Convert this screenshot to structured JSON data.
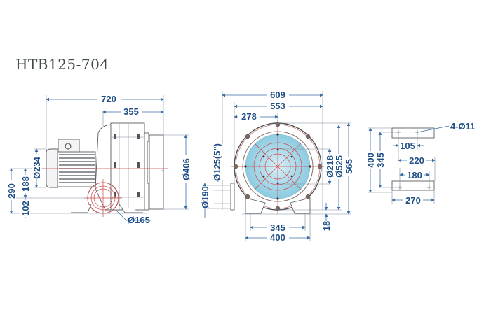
{
  "title": "HTB125-704",
  "side_view": {
    "dims": {
      "overall_length": "720",
      "housing_length": "355",
      "motor_dia": "Ø234",
      "inlet_dia": "Ø406",
      "outlet_dia": "Ø165",
      "height_total": "290",
      "height_upper": "188",
      "height_lower": "102"
    }
  },
  "front_view": {
    "dims": {
      "width_total": "609",
      "width_inner": "553",
      "half_width": "278",
      "inlet_pipe": "Ø125(5\")",
      "flange_dia": "Ø190",
      "inner_dia": "Ø218",
      "outer_dia": "Ø525",
      "height_total": "565",
      "foot_height": "18",
      "base_inner": "345",
      "base_outer": "400"
    }
  },
  "base_view": {
    "dims": {
      "holes": "4-Ø11",
      "hole_spacing_top": "105",
      "span_220": "220",
      "span_180": "180",
      "width_270": "270",
      "depth_400": "400",
      "depth_345": "345"
    }
  },
  "colors": {
    "dimension_text": "#1f4f86",
    "dimension_line": "#3a6ea5",
    "centerline": "#d04848",
    "impeller_fill": "#9fd4e6"
  }
}
